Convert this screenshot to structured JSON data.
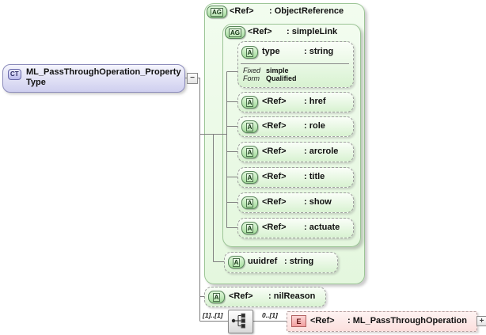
{
  "colors": {
    "complex_type_fill": "#cfcfef",
    "complex_type_border": "#8c8cbb",
    "attribute_group_fill": "#e9f9e4",
    "attribute_group_border": "#9cc596",
    "attribute_box_border": "#9e9e9e",
    "badge_green": "#a4dc9c",
    "element_fill": "#fbdfdd",
    "element_badge": "#f29f9f",
    "connector_line": "#7f7f7f"
  },
  "diagram": {
    "complex_type": {
      "badge": "CT",
      "name": "ML_PassThroughOperation_PropertyType"
    },
    "collapse_glyph": "−",
    "expand_glyph": "+",
    "object_reference": {
      "badge": "AG",
      "ref": "<Ref>",
      "type": ": ObjectReference"
    },
    "simple_link": {
      "badge": "AG",
      "ref": "<Ref>",
      "type": ": simpleLink"
    },
    "type_attribute": {
      "badge": "A",
      "name": "type",
      "type": ": string",
      "facets": [
        {
          "label": "Fixed",
          "value": "simple"
        },
        {
          "label": "Form",
          "value": "Qualified"
        }
      ]
    },
    "link_attributes": [
      {
        "badge": "A",
        "ref": "<Ref>",
        "type": ": href"
      },
      {
        "badge": "A",
        "ref": "<Ref>",
        "type": ": role"
      },
      {
        "badge": "A",
        "ref": "<Ref>",
        "type": ": arcrole"
      },
      {
        "badge": "A",
        "ref": "<Ref>",
        "type": ": title"
      },
      {
        "badge": "A",
        "ref": "<Ref>",
        "type": ": show"
      },
      {
        "badge": "A",
        "ref": "<Ref>",
        "type": ": actuate"
      }
    ],
    "uuidref_attribute": {
      "badge": "A",
      "name": "uuidref",
      "type": ": string"
    },
    "nilreason_attribute": {
      "badge": "A",
      "ref": "<Ref>",
      "type": ": nilReason"
    },
    "sequence": {
      "cardinality_left": "[1]..[1]",
      "cardinality_right": "0..[1]"
    },
    "element": {
      "badge": "E",
      "ref": "<Ref>",
      "type": ": ML_PassThroughOperation"
    }
  }
}
